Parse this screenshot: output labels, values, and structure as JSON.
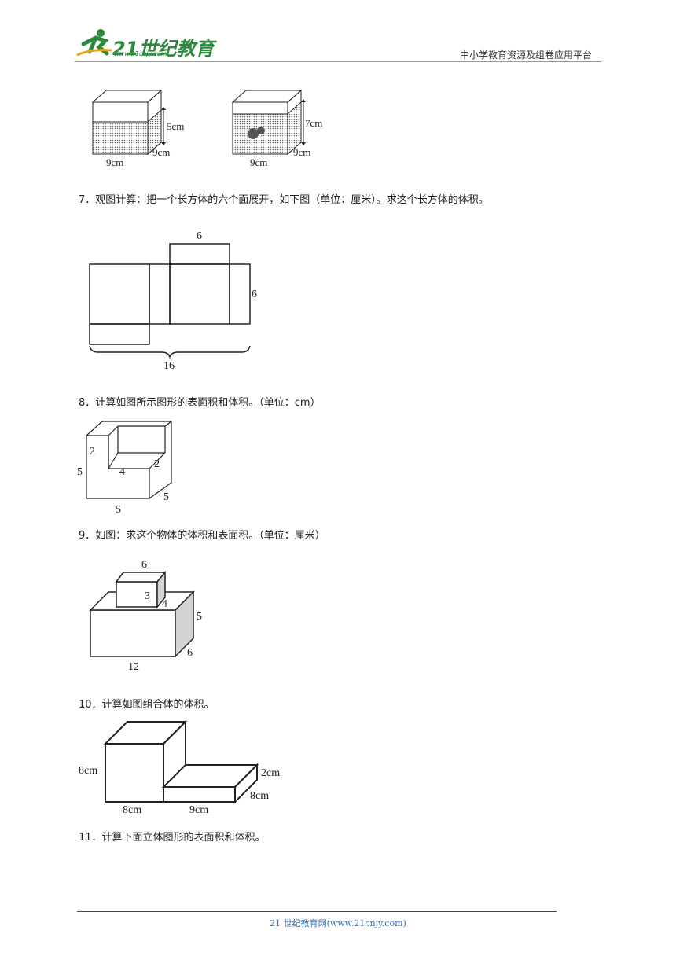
{
  "header": {
    "logo_text": "21世纪教育",
    "logo_url": "www.21cnjy.com",
    "tagline": "中小学教育资源及组卷应用平台"
  },
  "fig6": {
    "left": {
      "height": "5cm",
      "depth": "9cm",
      "width": "9cm"
    },
    "right": {
      "height": "7cm",
      "depth": "9cm",
      "width": "9cm"
    }
  },
  "q7": {
    "text": "7．观图计算：把一个长方体的六个面展开，如下图（单位：厘米）。求这个长方体的体积。",
    "labels": {
      "top": "6",
      "side": "6",
      "bottom": "16"
    }
  },
  "q8": {
    "text": "8．计算如图所示图形的表面积和体积。（单位：cm）",
    "labels": {
      "inner_h": "2",
      "inner_w": "4",
      "step": "2",
      "height": "5",
      "width": "5",
      "depth": "5"
    }
  },
  "q9": {
    "text": "9．如图：求这个物体的体积和表面积。（单位：厘米）",
    "labels": {
      "small_l": "6",
      "small_h": "3",
      "small_w": "4",
      "big_h": "5",
      "big_w": "6",
      "big_l": "12"
    }
  },
  "q10": {
    "text": "10．计算如图组合体的体积。",
    "labels": {
      "cube_h": "8cm",
      "cube_l": "8cm",
      "slab_l": "9cm",
      "slab_h": "2cm",
      "slab_w": "8cm"
    }
  },
  "q11": {
    "text": "11．计算下面立体图形的表面积和体积。"
  },
  "footer": {
    "text": "21 世纪教育网(www.21cnjy.com)"
  }
}
